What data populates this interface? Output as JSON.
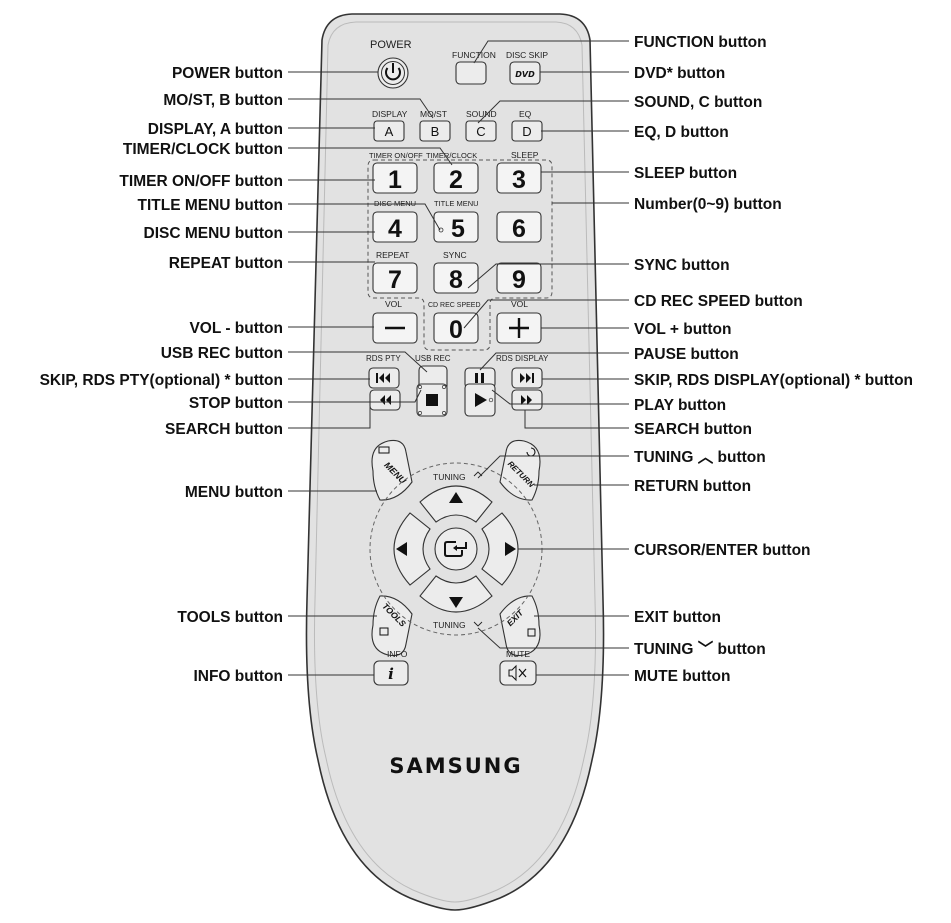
{
  "remote": {
    "brand": "SAMSUNG",
    "button_text": {
      "power": "POWER",
      "function": "FUNCTION",
      "disc_skip": "DISC SKIP",
      "dvd": "DVD",
      "display": "DISPLAY",
      "mo_st": "MO/ST",
      "sound": "SOUND",
      "eq": "EQ",
      "a": "A",
      "b": "B",
      "c": "C",
      "d": "D",
      "timer_on_off": "TIMER ON/OFF",
      "timer_clock": "TIMER/CLOCK",
      "sleep": "SLEEP",
      "disc_menu": "DISC MENU",
      "title_menu": "TITLE MENU",
      "repeat": "REPEAT",
      "sync": "SYNC",
      "vol_minus": "VOL",
      "vol_plus": "VOL",
      "cd_rec_speed": "CD REC SPEED",
      "rds_pty": "RDS PTY",
      "usb_rec": "USB REC",
      "rds_display": "RDS DISPLAY",
      "tuning_up": "TUNING",
      "tuning_down": "TUNING",
      "menu": "MENU",
      "return": "RETURN",
      "tools": "TOOLS",
      "exit": "EXIT",
      "info": "INFO",
      "info_glyph": "i",
      "mute": "MUTE"
    },
    "digits": {
      "n1": "1",
      "n2": "2",
      "n3": "3",
      "n4": "4",
      "n5": "5",
      "n6": "6",
      "n7": "7",
      "n8": "8",
      "n9": "9",
      "n0": "0"
    }
  },
  "callouts": {
    "left": {
      "power": "POWER button",
      "mo_st": "MO/ST, B button",
      "display": "DISPLAY, A button",
      "timer_clock": "TIMER/CLOCK button",
      "timer_on_off": "TIMER ON/OFF button",
      "title_menu": "TITLE MENU button",
      "disc_menu": "DISC MENU button",
      "repeat": "REPEAT button",
      "vol_minus": "VOL - button",
      "usb_rec": "USB REC button",
      "skip_rds_pty": "SKIP, RDS PTY(optional) * button",
      "stop": "STOP button",
      "search_left": "SEARCH button",
      "menu": "MENU button",
      "tools": "TOOLS button",
      "info": "INFO button"
    },
    "right": {
      "function": "FUNCTION button",
      "dvd": "DVD* button",
      "sound": "SOUND, C button",
      "eq": "EQ, D button",
      "sleep": "SLEEP button",
      "number": "Number(0~9) button",
      "sync": "SYNC button",
      "cd_rec_speed": "CD REC SPEED button",
      "vol_plus": "VOL + button",
      "pause": "PAUSE button",
      "skip_rds_display": "SKIP, RDS DISPLAY(optional) * button",
      "play": "PLAY button",
      "search_right": "SEARCH button",
      "tuning_up": "TUNING ︿ button",
      "return": "RETURN button",
      "cursor_enter": "CURSOR/ENTER button",
      "exit": "EXIT button",
      "tuning_down": "TUNING ﹀ button",
      "mute": "MUTE button"
    }
  },
  "colors": {
    "remote_body": "#e4e4e4",
    "button_fill": "#ececec",
    "outline": "#333333"
  }
}
